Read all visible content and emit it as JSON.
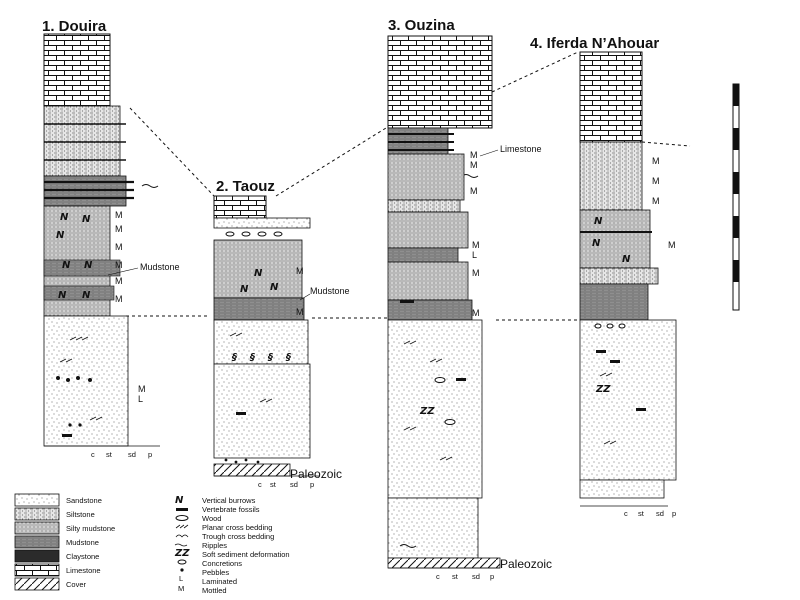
{
  "columns": [
    {
      "title": "1. Douira"
    },
    {
      "title": "2. Taouz"
    },
    {
      "title": "3. Ouzina"
    },
    {
      "title": "4. Iferda N’Ahouar"
    }
  ],
  "grain_scale": [
    "c",
    "st",
    "sd",
    "p"
  ],
  "labels": {
    "mudstone": "Mudstone",
    "limestone": "Limestone",
    "paleozoic": "Paleozoic",
    "mottled": "M",
    "laminated": "L"
  },
  "legend_lithology": [
    "Sandstone",
    "Siltstone",
    "Silty mudstone",
    "Mudstone",
    "Claystone",
    "Limestone",
    "Cover"
  ],
  "legend_symbols": [
    "Vertical burrows",
    "Vertebrate fossils",
    "Wood",
    "Planar cross bedding",
    "Trough cross bedding",
    "Ripples",
    "Soft sediment deformation",
    "Concretions",
    "Pebbles",
    "Laminated",
    "Mottled"
  ],
  "legend_symbol_glyphs": [
    "N",
    "",
    "",
    "",
    "",
    "",
    "ZZ",
    "",
    "",
    "L",
    "M"
  ]
}
